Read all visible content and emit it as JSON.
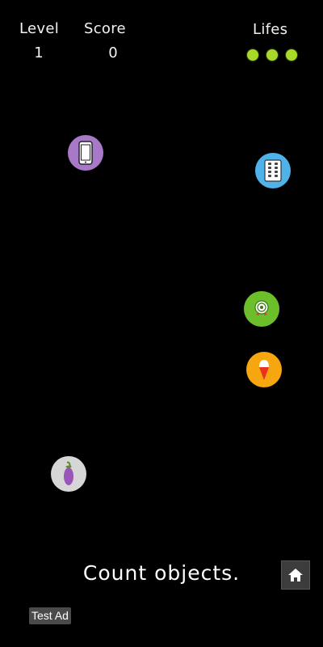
{
  "hud": {
    "level_label": "Level",
    "level_value": "1",
    "score_label": "Score",
    "score_value": "0",
    "lifes_label": "Lifes",
    "lifes_count": 3,
    "life_color": "#a6d928"
  },
  "objects": [
    {
      "name": "smartphone",
      "icon": "smartphone-icon",
      "bg": "#a879c8"
    },
    {
      "name": "pill-pack",
      "icon": "pill-blister-icon",
      "bg": "#4fb3ea"
    },
    {
      "name": "target",
      "icon": "target-icon",
      "bg": "#6cbf2a"
    },
    {
      "name": "ice-cream",
      "icon": "ice-cream-icon",
      "bg": "#f6a60e"
    },
    {
      "name": "eggplant",
      "icon": "eggplant-icon",
      "bg": "#d6d6d6"
    }
  ],
  "instruction": "Count objects.",
  "home_button": {
    "icon": "home-icon"
  },
  "ad": {
    "label": "Test Ad"
  }
}
